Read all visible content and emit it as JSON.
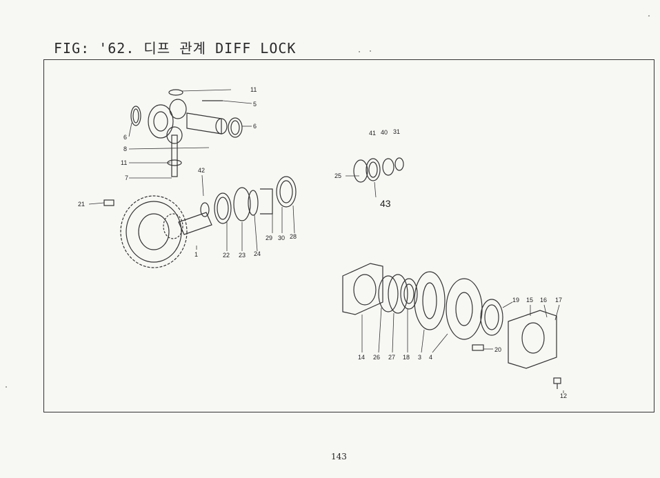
{
  "header": {
    "title": "FIG: '62. 디프 관계  DIFF LOCK"
  },
  "footer": {
    "page_number": "143"
  },
  "diagram": {
    "callouts": [
      "11",
      "5",
      "6",
      "6",
      "8",
      "11",
      "7",
      "42",
      "21",
      "1",
      "22",
      "23",
      "24",
      "29",
      "30",
      "28",
      "41",
      "40",
      "31",
      "25",
      "43",
      "14",
      "26",
      "27",
      "18",
      "3",
      "4",
      "19",
      "15",
      "16",
      "17",
      "20",
      "12"
    ]
  }
}
